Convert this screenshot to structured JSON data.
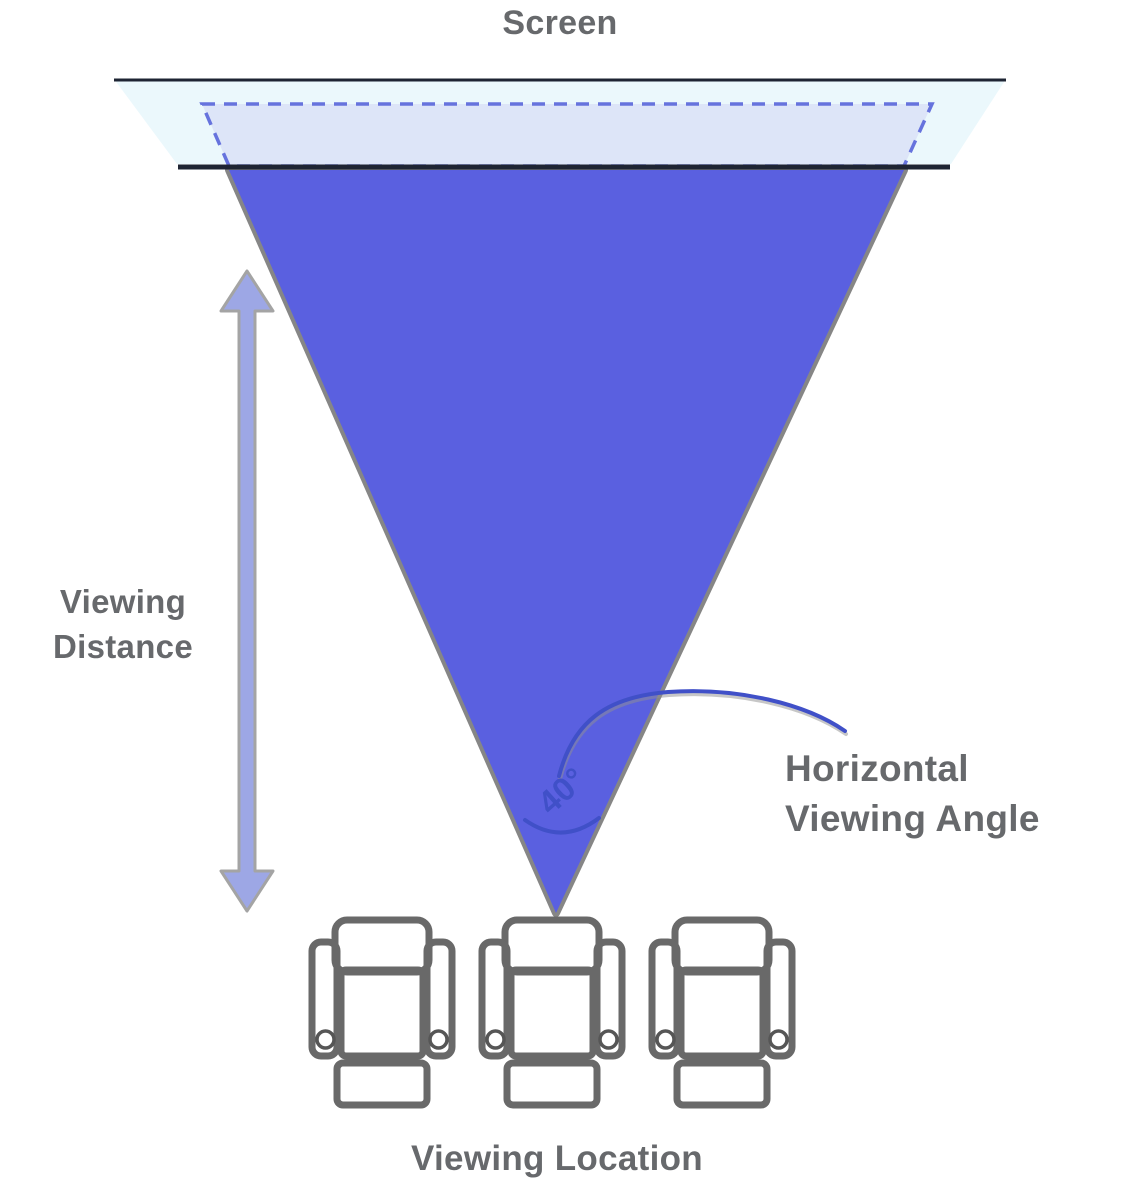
{
  "labels": {
    "screen": "Screen",
    "viewing_distance": "Viewing\nDistance",
    "horizontal_viewing_angle": "Horizontal\nViewing Angle",
    "viewing_location": "Viewing Location",
    "angle_value": "40°"
  },
  "icons": {
    "seat": "recliner-seat-top-view-icon",
    "distance_arrow": "double-headed-vertical-arrow-icon",
    "angle_leader": "curved-leader-line-icon",
    "angle_arc": "angle-arc-icon"
  },
  "colors": {
    "cone": "#5a60e0",
    "accent_dark": "#4050c8",
    "dashed": "#6673dd",
    "screen_outer": "#ebf8fc",
    "screen_inner": "#dde5f8",
    "bezel": "#1e2433",
    "arrow_fill": "#9da7e5",
    "arrow_outline": "#a4a4a4",
    "chair_stroke": "#696969",
    "text": "#67696c"
  }
}
